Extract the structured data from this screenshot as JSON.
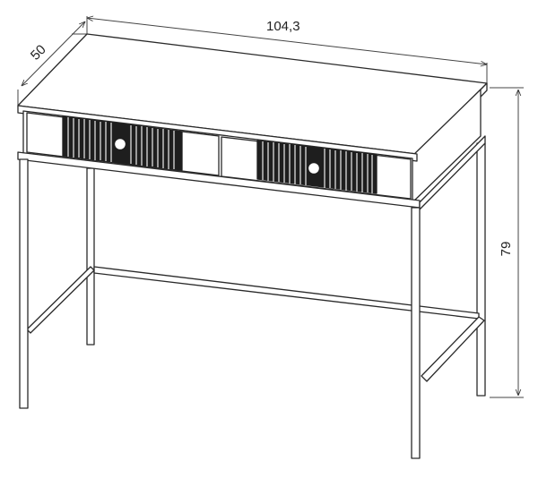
{
  "dimensions": {
    "width": "104,3",
    "depth": "50",
    "height": "79"
  },
  "colors": {
    "line": "#2a2a2a",
    "fluting": "#1e1e1e",
    "background": "#ffffff"
  },
  "components": {
    "drawers": [
      "left-drawer",
      "right-drawer"
    ],
    "knob_icon": "round-knob-icon"
  }
}
